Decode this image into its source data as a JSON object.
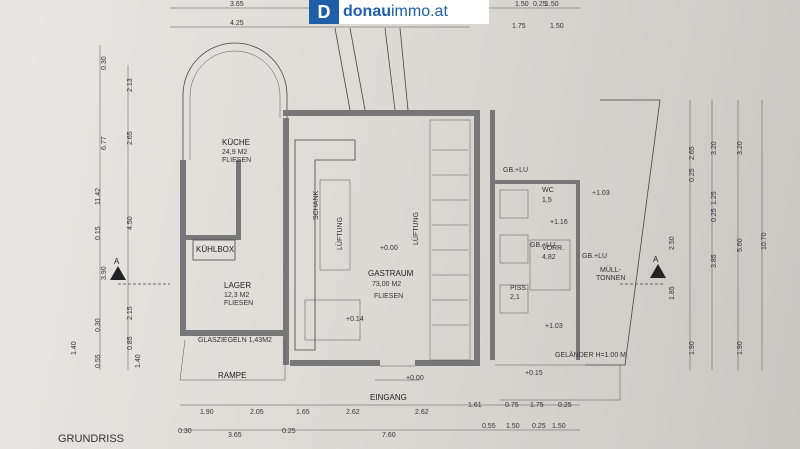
{
  "watermark": {
    "brand_bold": "donau",
    "brand_rest": "immo.at",
    "mark": "D"
  },
  "title": "GRUNDRISS",
  "rooms": {
    "kueche": {
      "name": "KÜCHE",
      "area": "24,9 M2",
      "floor": "FLIESEN"
    },
    "kuehlbox": {
      "name": "KÜHLBOX"
    },
    "lager": {
      "name": "LAGER",
      "area": "12,3 M2",
      "floor": "FLIESEN"
    },
    "gastraum": {
      "name": "GASTRAUM",
      "area": "73,00 M2",
      "floor": "FLIESEN",
      "level": "+0.00"
    },
    "wc": {
      "name": "WC",
      "area": "1,5"
    },
    "vorr": {
      "name": "VORR.",
      "area": "4,82"
    },
    "piss": {
      "name": "PISS.",
      "area": "2,1"
    },
    "muell": {
      "name": "MÜLL-",
      "name2": "TONNEN"
    }
  },
  "labels": {
    "schank": "SCHANK",
    "lueftung1": "LÜFTUNG",
    "lueftung2": "LÜFTUNG",
    "rampe": "RAMPE",
    "eingang": "EINGANG",
    "glasziegel": "GLASZIEGELN 1,43M2",
    "gelaender": "GELÄNDER H=1.00 M",
    "gblu1": "GB.+LU",
    "gblu2": "GB.+LU",
    "gblu3": "GB.+LU",
    "section_a1": "A",
    "section_a2": "A",
    "level_top": "+1.03",
    "level_mid": "+1.03",
    "level_zero": "+0.00",
    "level_014": "+0.14",
    "level_015": "+0.15",
    "level_116": "+1.16"
  },
  "dims_top": [
    "3.65",
    "1.50",
    "0.25",
    "1.50",
    "4.25",
    "1.75",
    "1.50"
  ],
  "dims_bottom1": [
    "1.90",
    "2.05",
    "1.65",
    "2.62",
    "2.62",
    "1.61",
    "0.75",
    "1.75",
    "0.25"
  ],
  "dims_bottom2": [
    "0.30",
    "3.65",
    "0.25",
    "7.60",
    "0.55",
    "1.50",
    "0.25",
    "1.50"
  ],
  "dims_left": [
    "0.30",
    "2.13",
    "6.77",
    "2.65",
    "0.15",
    "11.42",
    "4.50",
    "3.90",
    "2.15",
    "0.30",
    "0.85",
    "1.40",
    "0.55",
    "1.40"
  ],
  "dims_right": [
    "3.20",
    "3.20",
    "2.65",
    "0.25",
    "1.25",
    "2.50",
    "5.60",
    "10.70",
    "0.25",
    "3.85",
    "1.85",
    "1.90",
    "1.90"
  ]
}
